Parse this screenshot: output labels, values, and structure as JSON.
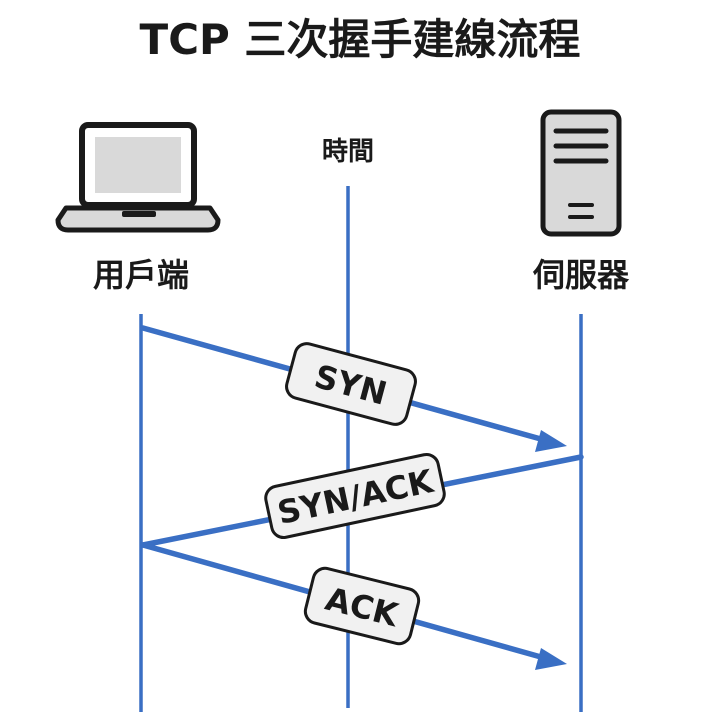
{
  "title": "TCP 三次握手建線流程",
  "time_label": "時間",
  "client": {
    "label": "用戶端",
    "icon": "laptop-icon"
  },
  "server": {
    "label": "伺服器",
    "icon": "server-icon"
  },
  "messages": [
    {
      "label": "SYN",
      "from": "client",
      "to": "server"
    },
    {
      "label": "SYN/ACK",
      "from": "server",
      "to": "client"
    },
    {
      "label": "ACK",
      "from": "client",
      "to": "server"
    }
  ],
  "colors": {
    "line": "#3a6fc4",
    "text": "#1a1a1a",
    "box_fill": "#f1f1f1",
    "device_fill": "#d9d9d9"
  }
}
